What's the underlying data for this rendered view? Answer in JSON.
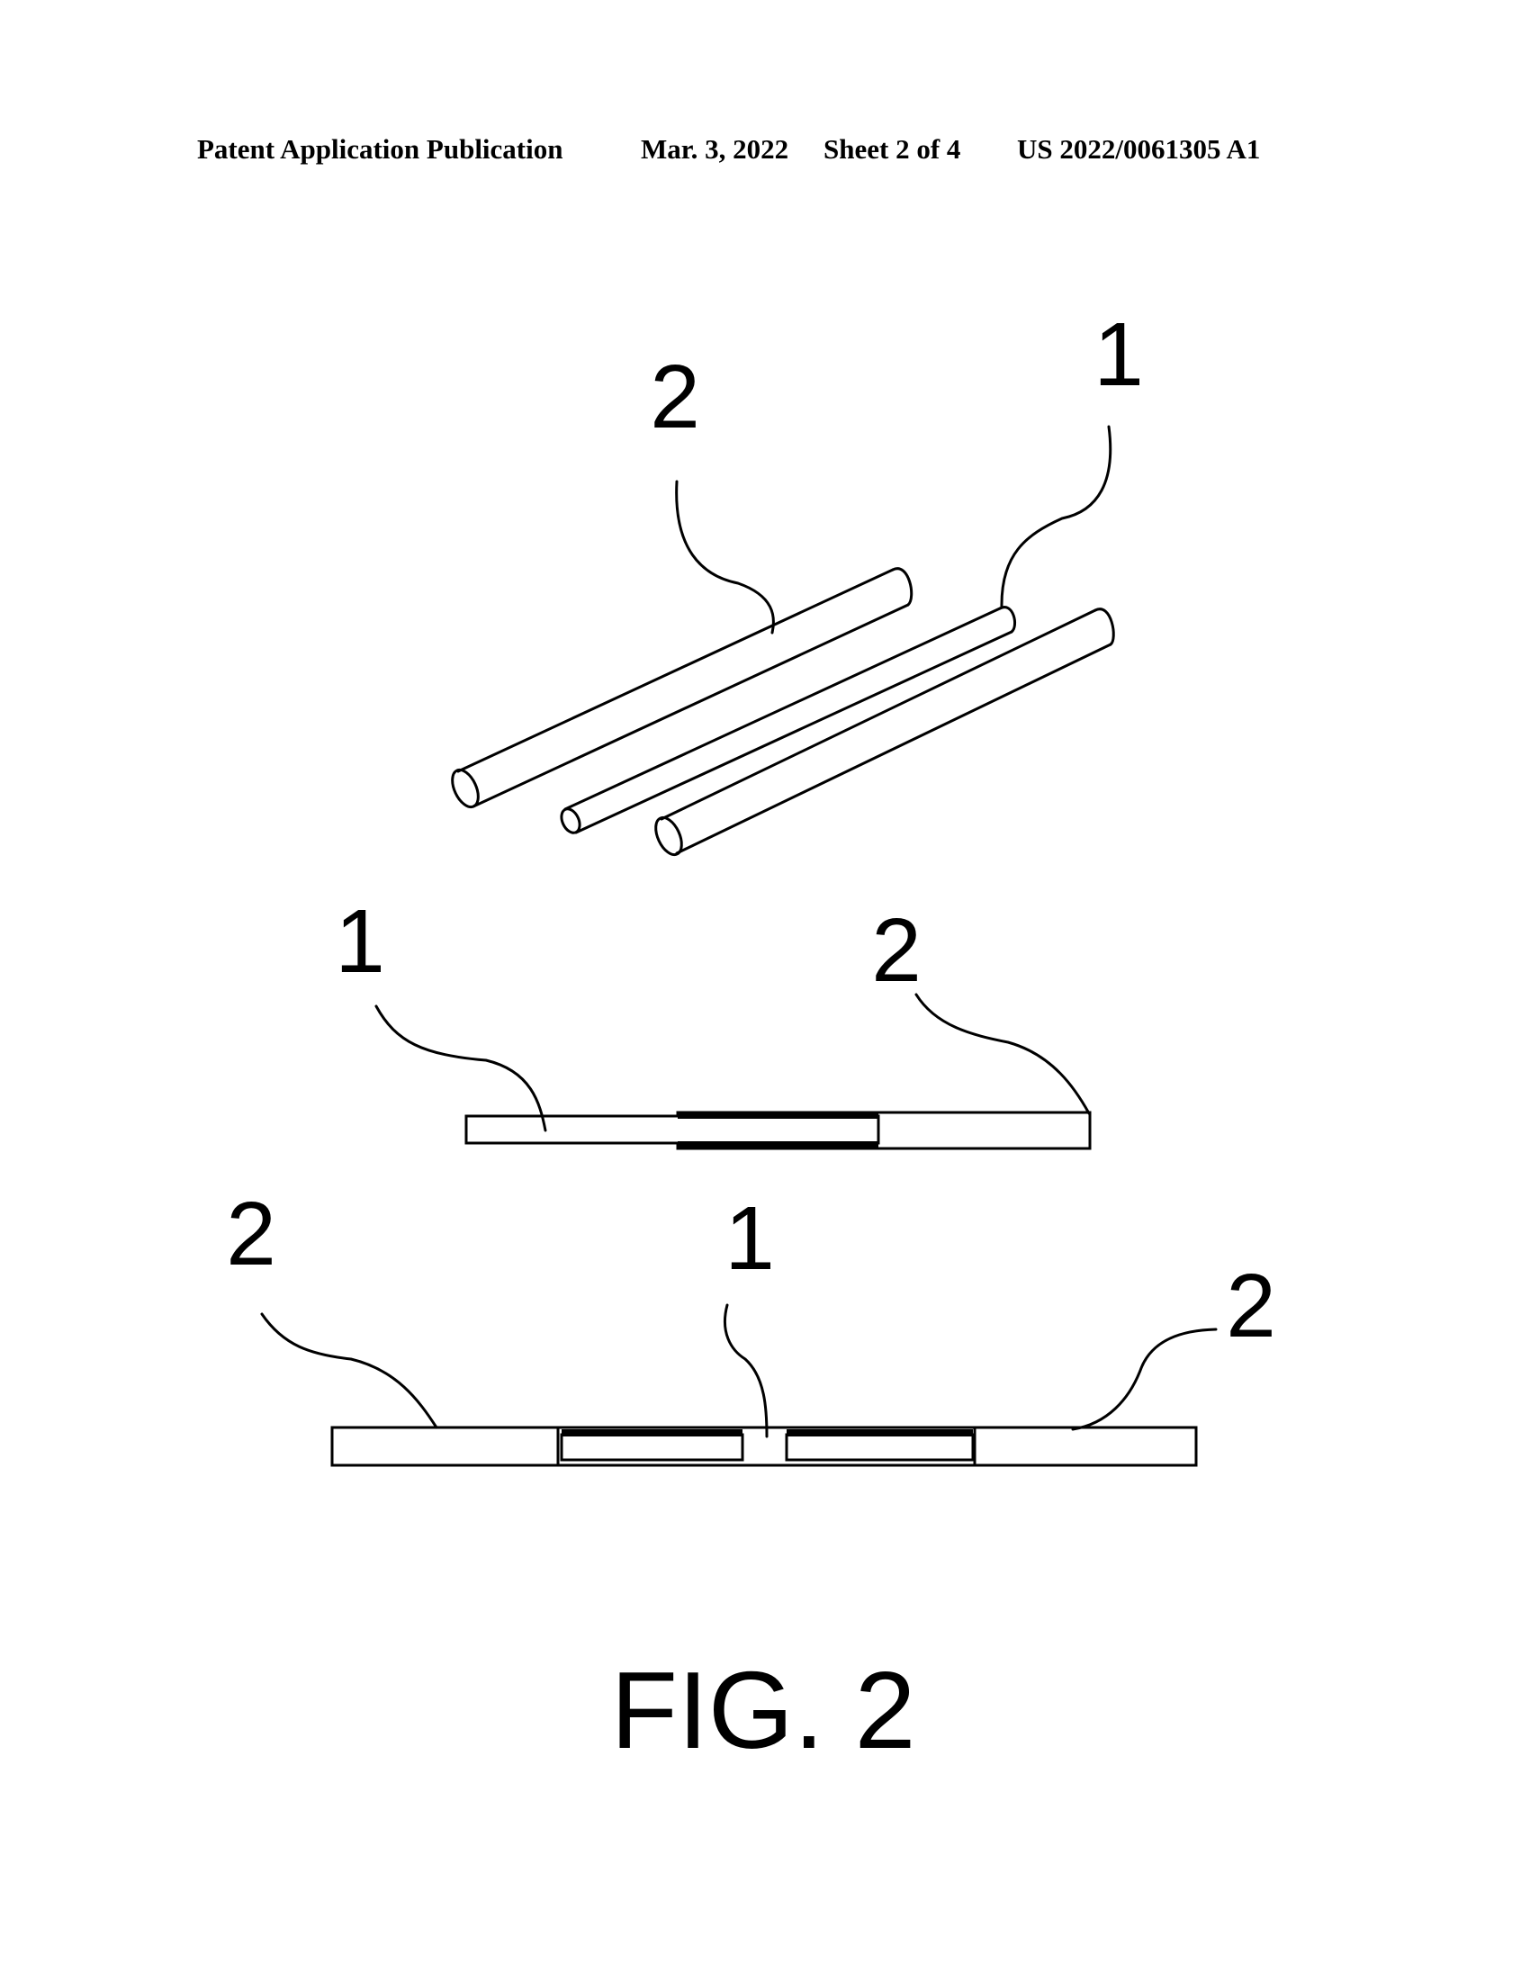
{
  "header": {
    "publication": "Patent Application Publication",
    "date": "Mar. 3, 2022",
    "sheet": "Sheet 2 of 4",
    "number": "US 2022/0061305 A1"
  },
  "labels": {
    "top_rod_group": "2",
    "top_thin_rod": "1",
    "middle_left": "1",
    "middle_right": "2",
    "bottom_left": "2",
    "bottom_center": "1",
    "bottom_right": "2"
  },
  "figure_caption": "FIG. 2"
}
